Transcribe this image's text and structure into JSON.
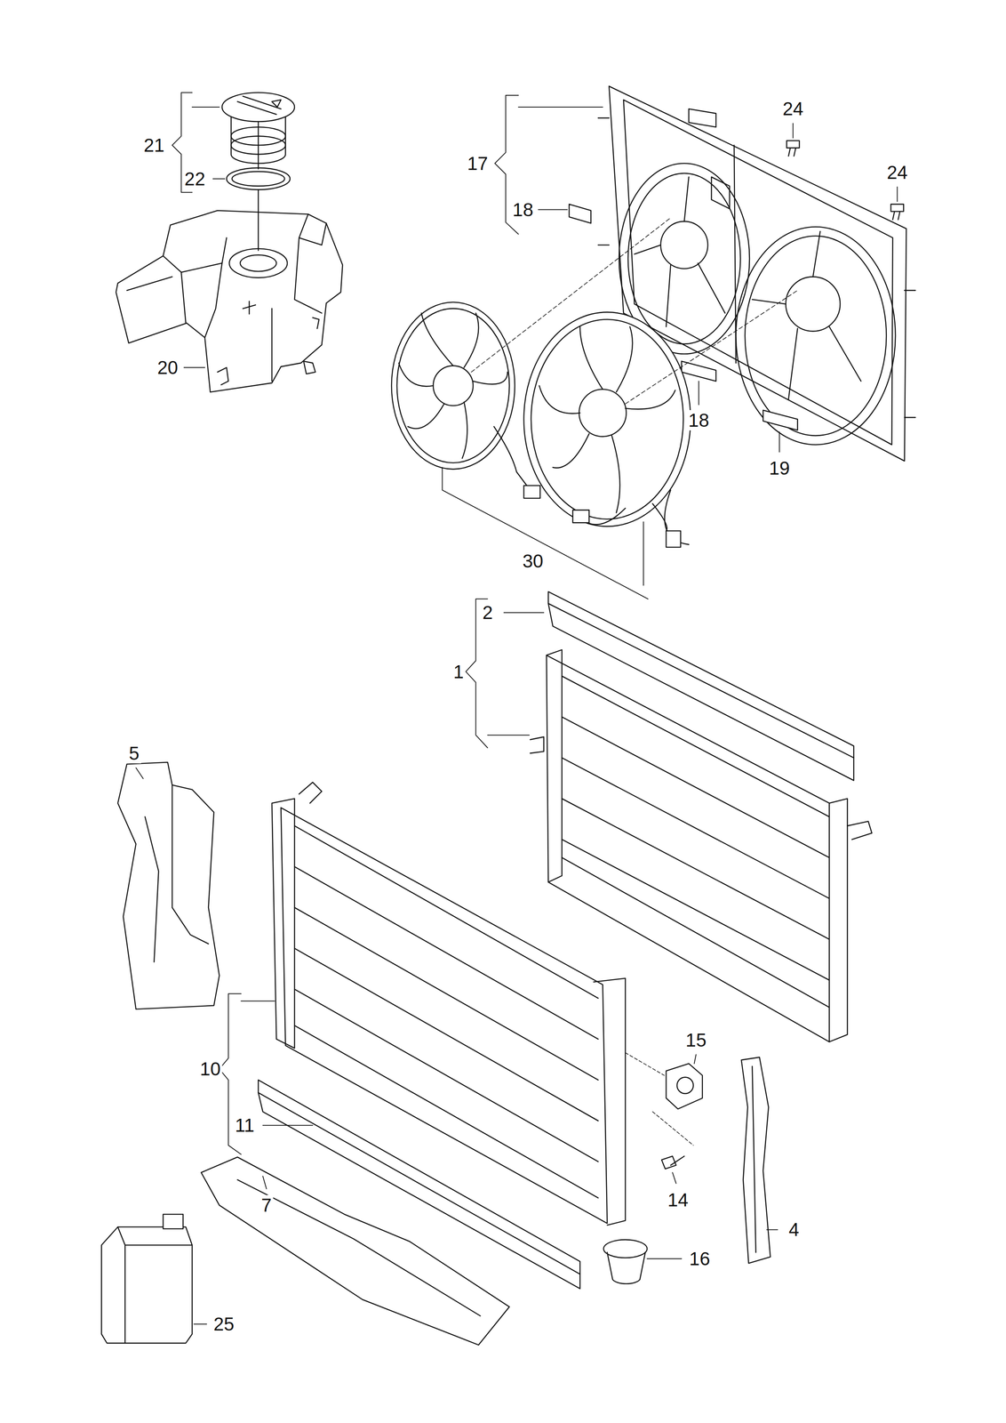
{
  "diagram": {
    "labels": [
      "21",
      "22",
      "20",
      "17",
      "18",
      "24",
      "24",
      "18",
      "19",
      "30",
      "2",
      "1",
      "5",
      "15",
      "10",
      "11",
      "14",
      "4",
      "7",
      "25",
      "16"
    ]
  }
}
